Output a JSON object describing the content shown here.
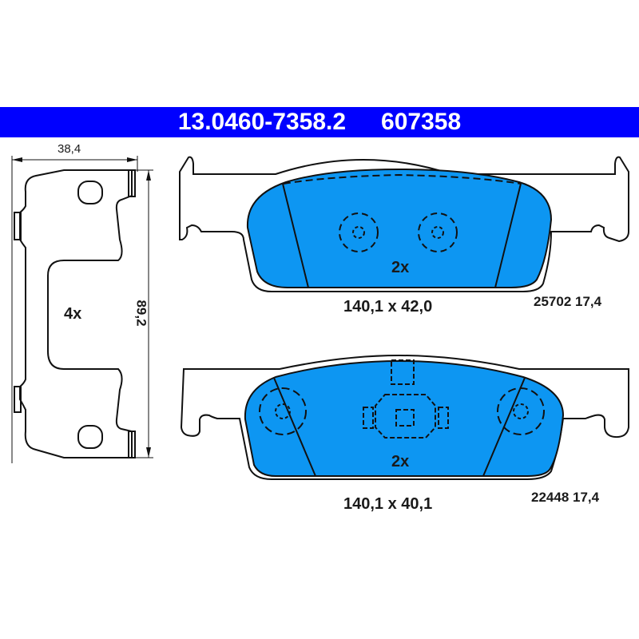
{
  "header": {
    "part_number": "13.0460-7358.2",
    "article_number": "607358"
  },
  "clip": {
    "width_dim": "38,4",
    "height_dim": "89,2",
    "quantity": "4x"
  },
  "pad_top": {
    "quantity": "2x",
    "dimensions": "140,1 x 42,0",
    "code": "25702 17,4"
  },
  "pad_bottom": {
    "quantity": "2x",
    "dimensions": "140,1 x 40,1",
    "code": "22448 17,4"
  },
  "colors": {
    "header_blue": "#0000ff",
    "pad_blue": "#0d96f2"
  }
}
